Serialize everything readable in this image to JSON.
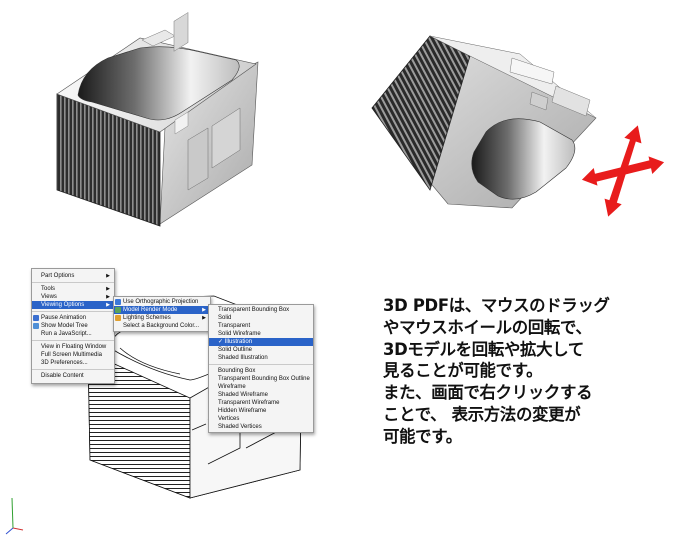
{
  "menu_primary": {
    "items": [
      {
        "label": "Part Options",
        "submenu": true
      },
      {
        "separator": true
      },
      {
        "label": "Tools",
        "submenu": true
      },
      {
        "label": "Views",
        "submenu": true
      },
      {
        "label": "Viewing Options",
        "submenu": true,
        "highlighted": true
      },
      {
        "separator": true
      },
      {
        "label": "Pause Animation",
        "icon": "pause-icon"
      },
      {
        "label": "Show Model Tree",
        "icon": "model-tree-icon"
      },
      {
        "label": "Run a JavaScript..."
      },
      {
        "separator": true
      },
      {
        "label": "View in Floating Window"
      },
      {
        "label": "Full Screen Multimedia"
      },
      {
        "label": "3D Preferences..."
      },
      {
        "separator": true
      },
      {
        "label": "Disable Content"
      }
    ]
  },
  "menu_viewing_options": {
    "items": [
      {
        "label": "Use Orthographic Projection",
        "icon": "orthographic-icon"
      },
      {
        "label": "Model Render Mode",
        "submenu": true,
        "highlighted": true,
        "icon": "render-mode-icon"
      },
      {
        "label": "Lighting Schemes",
        "submenu": true,
        "icon": "lighting-icon"
      },
      {
        "label": "Select a Background Color..."
      }
    ]
  },
  "menu_render_modes": {
    "items": [
      {
        "label": "Transparent Bounding Box"
      },
      {
        "label": "Solid"
      },
      {
        "label": "Transparent"
      },
      {
        "label": "Solid Wireframe"
      },
      {
        "label": "✓ Illustration",
        "highlighted": true
      },
      {
        "label": "Solid Outline"
      },
      {
        "label": "Shaded Illustration"
      },
      {
        "separator": true
      },
      {
        "label": "Bounding Box"
      },
      {
        "label": "Transparent Bounding Box Outline"
      },
      {
        "label": "Wireframe"
      },
      {
        "label": "Shaded Wireframe"
      },
      {
        "label": "Transparent Wireframe"
      },
      {
        "label": "Hidden Wireframe"
      },
      {
        "label": "Vertices"
      },
      {
        "label": "Shaded Vertices"
      }
    ]
  },
  "description": {
    "lines": [
      "3D PDFは、マウスのドラッグ",
      "やマウスホイールの回転で、",
      "3Dモデルを回転や拡大して",
      "見ることが可能です。",
      "また、画面で右クリックする",
      "ことで、 表示方法の変更が",
      "可能です。"
    ]
  },
  "colors": {
    "menu_highlight": "#2a63c8",
    "rotate_arrows": "#e81c1c",
    "axis_x": "#d03030",
    "axis_y": "#30a030",
    "axis_z": "#3050d0"
  },
  "icons": [
    "rotate-arrows-icon",
    "axis-triad-icon",
    "pause-icon",
    "model-tree-icon",
    "orthographic-icon",
    "render-mode-icon",
    "lighting-icon"
  ]
}
